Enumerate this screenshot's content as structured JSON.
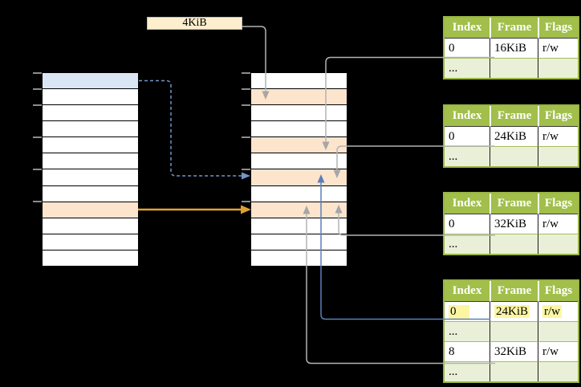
{
  "label_4kib": "4KiB",
  "left_column": {
    "rows": [
      "blue",
      "white",
      "white",
      "white",
      "white",
      "white",
      "white",
      "white",
      "orange",
      "white",
      "white",
      "white"
    ]
  },
  "middle_column": {
    "rows": [
      "white",
      "orange",
      "white",
      "white",
      "orange",
      "white",
      "orange",
      "white",
      "orange",
      "white",
      "white",
      "white"
    ]
  },
  "page_tables": [
    {
      "headers": [
        "Index",
        "Frame",
        "Flags"
      ],
      "rows": [
        {
          "cells": [
            "0",
            "16KiB",
            "r/w"
          ],
          "variant": "white",
          "highlight": false
        },
        {
          "cells": [
            "...",
            "",
            ""
          ],
          "variant": "green",
          "highlight": false
        }
      ]
    },
    {
      "headers": [
        "Index",
        "Frame",
        "Flags"
      ],
      "rows": [
        {
          "cells": [
            "0",
            "24KiB",
            "r/w"
          ],
          "variant": "white",
          "highlight": false
        },
        {
          "cells": [
            "...",
            "",
            ""
          ],
          "variant": "green",
          "highlight": false
        }
      ]
    },
    {
      "headers": [
        "Index",
        "Frame",
        "Flags"
      ],
      "rows": [
        {
          "cells": [
            "0",
            "32KiB",
            "r/w"
          ],
          "variant": "white",
          "highlight": false
        },
        {
          "cells": [
            "...",
            "",
            ""
          ],
          "variant": "green",
          "highlight": false
        }
      ]
    },
    {
      "headers": [
        "Index",
        "Frame",
        "Flags"
      ],
      "rows": [
        {
          "cells": [
            "0",
            "24KiB",
            "r/w"
          ],
          "variant": "white",
          "highlight": true
        },
        {
          "cells": [
            "...",
            "",
            ""
          ],
          "variant": "green",
          "highlight": false
        },
        {
          "cells": [
            "8",
            "32KiB",
            "r/w"
          ],
          "variant": "white",
          "highlight": false
        },
        {
          "cells": [
            "...",
            "",
            ""
          ],
          "variant": "green",
          "highlight": false
        }
      ]
    }
  ],
  "arrows": [
    {
      "name": "4kib-box-to-middle-row2",
      "color_key": "arrow_gray"
    },
    {
      "name": "table1-row-16kib-to-middle-row5",
      "color_key": "arrow_gray"
    },
    {
      "name": "table2-row-24kib-to-middle-row7",
      "color_key": "arrow_gray"
    },
    {
      "name": "table3-row-32kib-to-middle-row9",
      "color_key": "arrow_gray"
    },
    {
      "name": "table4-row-24kib-to-middle-row7",
      "color_key": "arrow_blue"
    },
    {
      "name": "table4-row-32kib-to-middle-row9",
      "color_key": "arrow_gray"
    },
    {
      "name": "left-blue-cell-to-middle-row7-dashed",
      "color_key": "arrow_dashed_blue"
    },
    {
      "name": "left-orange-cell-to-middle-row9",
      "color_key": "arrow_orange"
    }
  ],
  "colors": {
    "background": "#000000",
    "cell_blue": "#dbe6f5",
    "cell_orange": "#fde4cc",
    "box_cream": "#fdeecd",
    "table_header_green": "#a1bf4a",
    "table_row_light_green": "#eaf0d8",
    "table_border_green": "#9ab544",
    "highlight_yellow": "#fcf6a2",
    "arrow_gray": "#b3b3b3",
    "arrow_gray_head": "#a6a6a6",
    "arrow_blue": "#5b80b9",
    "arrow_dashed_blue": "#7396c8",
    "arrow_orange": "#e0a030",
    "tick_gray": "#8c8c8c"
  }
}
